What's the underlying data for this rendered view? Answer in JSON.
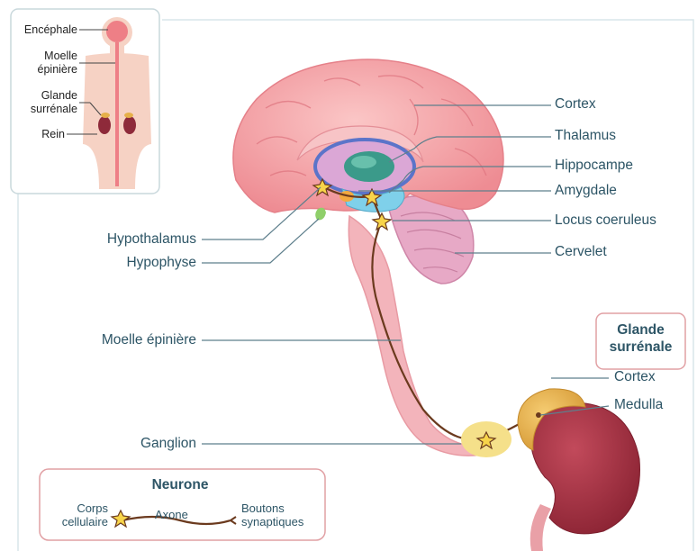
{
  "inset": {
    "labels": {
      "encephale": "Encéphale",
      "moelle": "Moelle\népinière",
      "glande": "Glande\nsurrénale",
      "rein": "Rein"
    }
  },
  "brain_labels": {
    "cortex": "Cortex",
    "thalamus": "Thalamus",
    "hippocampe": "Hippocampe",
    "amygdale": "Amygdale",
    "locus": "Locus coeruleus",
    "cervelet": "Cervelet",
    "hypothalamus": "Hypothalamus",
    "hypophyse": "Hypophyse",
    "moelle": "Moelle épinière",
    "ganglion": "Ganglion"
  },
  "adrenal": {
    "title": "Glande\nsurrénale",
    "cortex": "Cortex",
    "medulla": "Medulla"
  },
  "neurone_legend": {
    "title": "Neurone",
    "corps": "Corps\ncellulaire",
    "axone": "Axone",
    "boutons": "Boutons\nsynaptiques"
  },
  "colors": {
    "label": "#2d5566",
    "leader": "#5e7f8c",
    "brain": "#f4a4a8",
    "brain_dark": "#e07f86",
    "stem": "#f3b4bb",
    "cerebellum": "#e7a9c6",
    "kidney": "#a63545",
    "adrenal": "#e6b04a",
    "ganglion": "#f5e08a",
    "axon": "#6b3a1e",
    "box_border": "#e1a0a4"
  }
}
